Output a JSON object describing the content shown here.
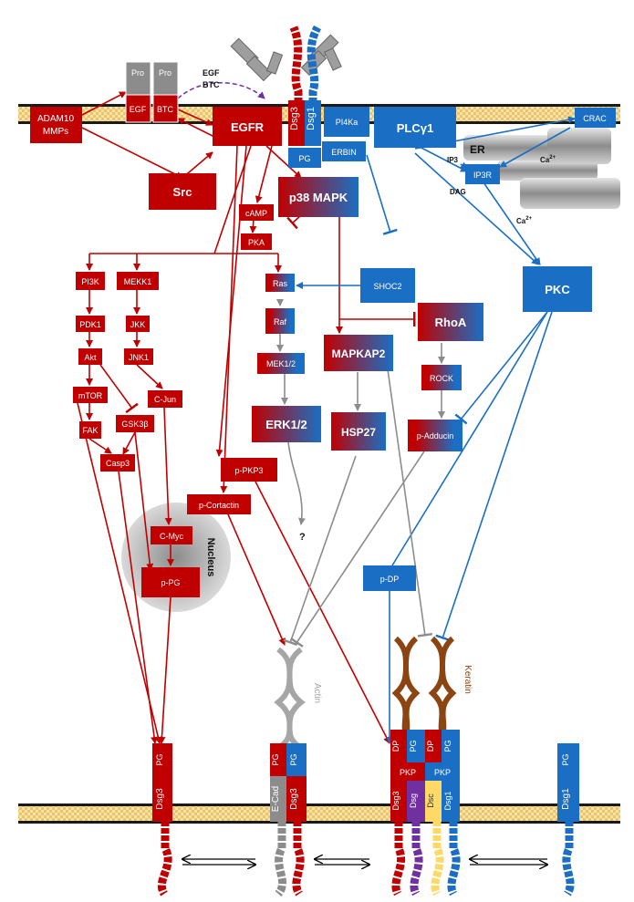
{
  "labels": {
    "pro1": "Pro",
    "pro2": "Pro",
    "egf_box": "EGF",
    "btc_box": "BTC",
    "egf_text": "EGF",
    "btc_text": "BTC",
    "adam10": "ADAM10",
    "mmps": "MMPs",
    "egfr": "EGFR",
    "dsg3_top": "Dsg3",
    "dsg1_top": "Dsg1",
    "pi4ka": "PI4Ka",
    "plcg1": "PLCγ1",
    "crac": "CRAC",
    "er": "ER",
    "ip3": "IP3",
    "ip3r": "IP3R",
    "ca1": "Ca",
    "ca1_sup": "2+",
    "dag": "DAG",
    "ca2": "Ca",
    "ca2_sup": "2+",
    "erbin": "ERBIN",
    "pg_top": "PG",
    "src": "Src",
    "p38": "p38 MAPK",
    "camp": "cAMP",
    "pka": "PKA",
    "pi3k": "PI3K",
    "mekk1": "MEKK1",
    "pdk1": "PDK1",
    "jkk": "JKK",
    "akt": "Akt",
    "jnk1": "JNK1",
    "mtor": "mTOR",
    "cjun": "C-Jun",
    "gsk3b": "GSK3β",
    "fak": "FAK",
    "casp3": "Casp3",
    "ras": "Ras",
    "raf": "Raf",
    "mek12": "MEK1/2",
    "erk12": "ERK1/2",
    "shoc2": "SHOC2",
    "rhoa": "RhoA",
    "mapkap2": "MAPKAP2",
    "rock": "ROCK",
    "hsp27": "HSP27",
    "padducin": "p-Adducin",
    "pkc": "PKC",
    "ppkp3": "p-PKP3",
    "pcortactin": "p-Cortactin",
    "question": "?",
    "cmyc": "C-Myc",
    "ppg": "p-PG",
    "nucleus": "Nucleus",
    "pdp": "p-DP",
    "actin": "Actin",
    "keratin": "Keratin",
    "b_pg1": "PG",
    "b_dsg3_1": "Dsg3",
    "b_pg2": "PG",
    "b_pg3": "PG",
    "b_ecad": "E-Cad",
    "b_dsg3_2": "Dsg3",
    "b_dp1": "DP",
    "b_pg4": "PG",
    "b_dp2": "DP",
    "b_pg5": "PG",
    "b_pkp1": "PKP",
    "b_pkp2": "PKP",
    "b_dsg3_3": "Dsg3",
    "b_dsg": "Dsg",
    "b_dsc": "Dsc",
    "b_dsg1_1": "Dsg1",
    "b_pg6": "PG",
    "b_dsg1_2": "Dsg1"
  },
  "colors": {
    "red": "#c00000",
    "blue": "#1a6fc4",
    "gray": "#a6a6a6",
    "brown": "#8b4513",
    "purple": "#7030a0",
    "yellow": "#ffd966",
    "membrane": "#f3d58a"
  }
}
